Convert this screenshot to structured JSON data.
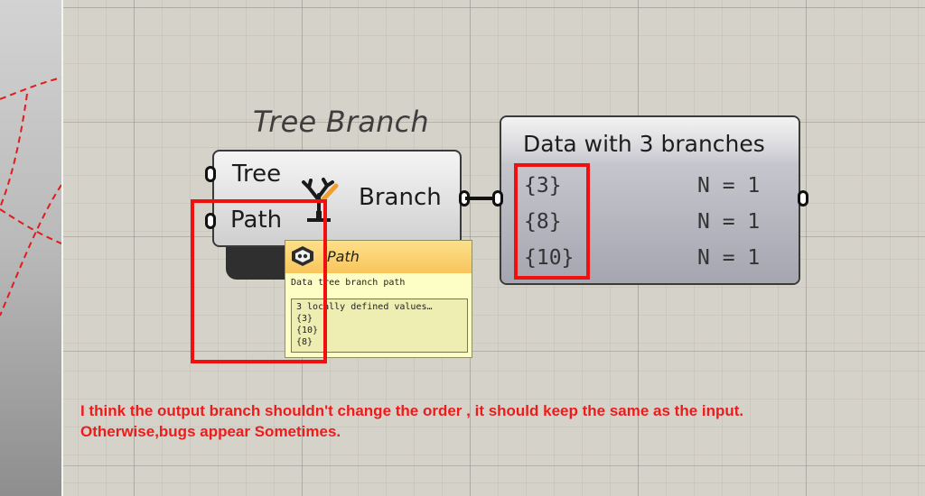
{
  "component": {
    "title": "Tree Branch",
    "inputs": [
      "Tree",
      "Path"
    ],
    "output": "Branch",
    "icon": "tree-branch-icon"
  },
  "panel": {
    "title": "Data with 3 branches",
    "rows": [
      {
        "path": "{3}",
        "count": "N = 1"
      },
      {
        "path": "{8}",
        "count": "N = 1"
      },
      {
        "path": "{10}",
        "count": "N = 1"
      }
    ]
  },
  "tooltip": {
    "title": "Path",
    "icon": "path-param-icon",
    "description": "Data tree branch path",
    "values_header": "3 locally defined values…",
    "values": [
      "{3}",
      "{10}",
      "{8}"
    ]
  },
  "annotation": {
    "lines": [
      "I think the output branch shouldn't change the order , it should keep the same as the input.",
      "Otherwise,bugs appear Sometimes."
    ],
    "color": "#ee1b1b"
  }
}
